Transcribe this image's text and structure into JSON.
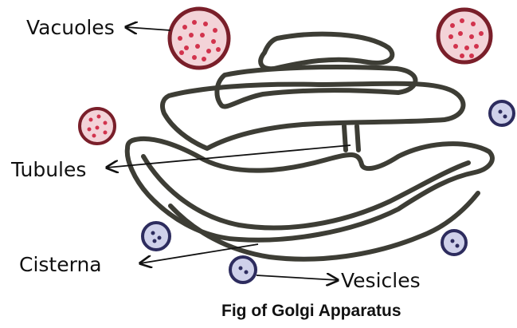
{
  "labels": {
    "vacuoles": "Vacuoles",
    "tubules": "Tubules",
    "cisterna": "Cisterna",
    "vesicles": "Vesicles"
  },
  "caption": "Fig of Golgi Apparatus",
  "colors": {
    "membrane": "#3d3d35",
    "vacuole_ring": "#7a1f2a",
    "vacuole_fill": "#f3d3d8",
    "vacuole_dots": "#d2334d",
    "vesicle_ring": "#2d2c5e",
    "vesicle_fill": "#cfd1ea",
    "arrow": "#111111"
  }
}
